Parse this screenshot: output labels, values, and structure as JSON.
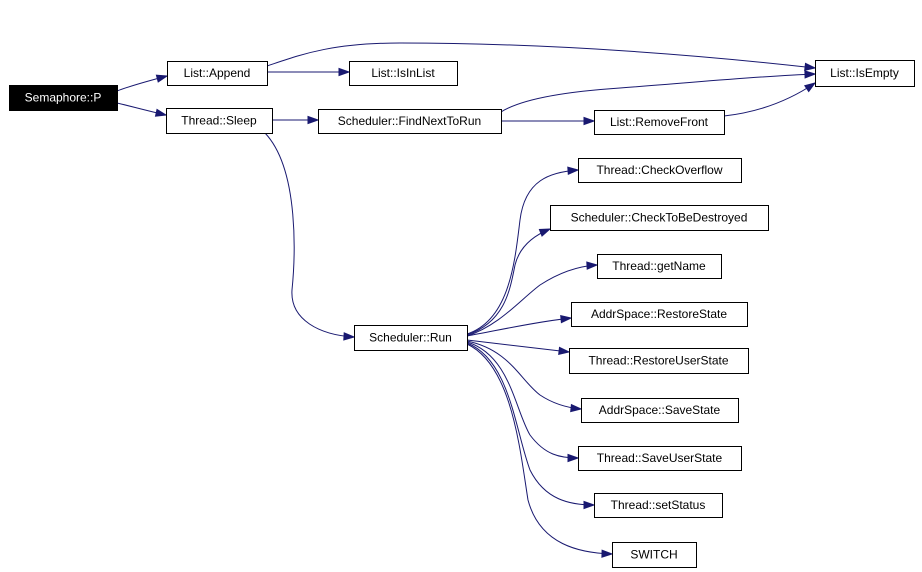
{
  "graph": {
    "edge_color": "#191970",
    "root_fill": "#000000",
    "nodes": [
      {
        "id": "semaphore_p",
        "label": "Semaphore::P",
        "root": true
      },
      {
        "id": "list_append",
        "label": "List::Append"
      },
      {
        "id": "list_isinlist",
        "label": "List::IsInList"
      },
      {
        "id": "list_isempty",
        "label": "List::IsEmpty"
      },
      {
        "id": "thread_sleep",
        "label": "Thread::Sleep"
      },
      {
        "id": "scheduler_findnexttorun",
        "label": "Scheduler::FindNextToRun"
      },
      {
        "id": "list_removefront",
        "label": "List::RemoveFront"
      },
      {
        "id": "thread_checkoverflow",
        "label": "Thread::CheckOverflow"
      },
      {
        "id": "scheduler_checktobedestroyed",
        "label": "Scheduler::CheckToBeDestroyed"
      },
      {
        "id": "thread_getname",
        "label": "Thread::getName"
      },
      {
        "id": "addrspace_restorestate",
        "label": "AddrSpace::RestoreState"
      },
      {
        "id": "thread_restoreuserstate",
        "label": "Thread::RestoreUserState"
      },
      {
        "id": "addrspace_savestate",
        "label": "AddrSpace::SaveState"
      },
      {
        "id": "thread_saveuserstate",
        "label": "Thread::SaveUserState"
      },
      {
        "id": "thread_setstatus",
        "label": "Thread::setStatus"
      },
      {
        "id": "switch",
        "label": "SWITCH"
      },
      {
        "id": "scheduler_run",
        "label": "Scheduler::Run"
      }
    ],
    "edges": [
      {
        "from": "semaphore_p",
        "to": "list_append"
      },
      {
        "from": "semaphore_p",
        "to": "thread_sleep"
      },
      {
        "from": "list_append",
        "to": "list_isinlist"
      },
      {
        "from": "list_append",
        "to": "list_isempty"
      },
      {
        "from": "thread_sleep",
        "to": "scheduler_findnexttorun"
      },
      {
        "from": "thread_sleep",
        "to": "scheduler_run"
      },
      {
        "from": "scheduler_findnexttorun",
        "to": "list_isempty"
      },
      {
        "from": "scheduler_findnexttorun",
        "to": "list_removefront"
      },
      {
        "from": "list_removefront",
        "to": "list_isempty"
      },
      {
        "from": "scheduler_run",
        "to": "thread_checkoverflow"
      },
      {
        "from": "scheduler_run",
        "to": "scheduler_checktobedestroyed"
      },
      {
        "from": "scheduler_run",
        "to": "thread_getname"
      },
      {
        "from": "scheduler_run",
        "to": "addrspace_restorestate"
      },
      {
        "from": "scheduler_run",
        "to": "thread_restoreuserstate"
      },
      {
        "from": "scheduler_run",
        "to": "addrspace_savestate"
      },
      {
        "from": "scheduler_run",
        "to": "thread_saveuserstate"
      },
      {
        "from": "scheduler_run",
        "to": "thread_setstatus"
      },
      {
        "from": "scheduler_run",
        "to": "switch"
      }
    ]
  }
}
